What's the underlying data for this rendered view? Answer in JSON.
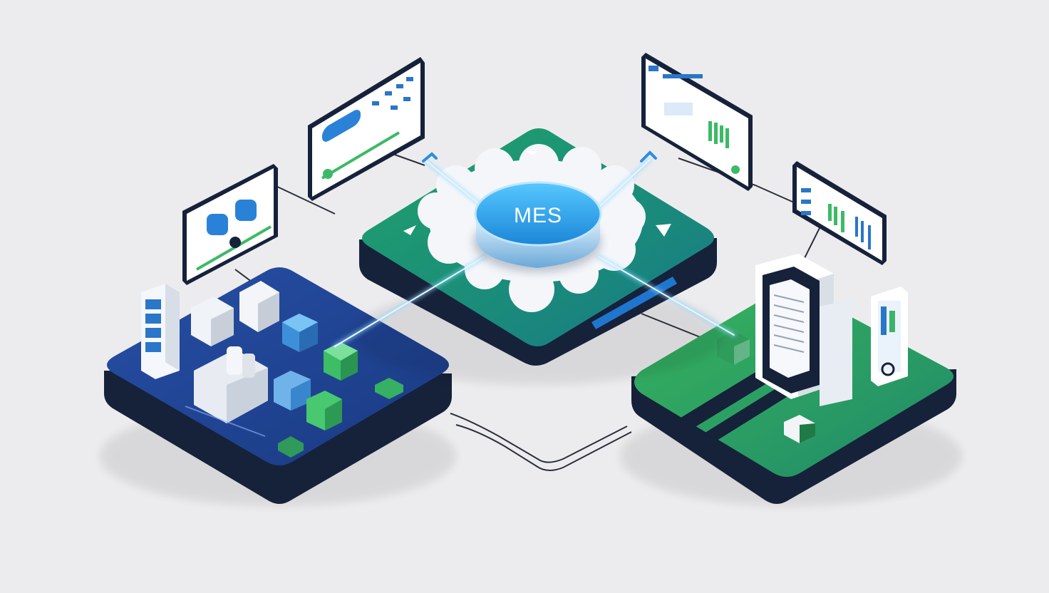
{
  "hub": {
    "label": "MES"
  },
  "colors": {
    "background": "#ececee",
    "navy": "#1f3f8c",
    "platform_dark": "#16213a",
    "green": "#1f9a5c",
    "green_light": "#3cba66",
    "teal": "#1b8a78",
    "hub_blue": "#2aa6e8",
    "connector": "#2b2f3a",
    "glow": "#8fd8ff"
  },
  "icons": {
    "hub": "mes-hub-icon",
    "gear": "gear-cloud-icon",
    "factory": "factory-machine-icon",
    "device": "tablet-device-icon",
    "dashboard": "dashboard-panel-icon",
    "server": "server-rack-icon"
  },
  "panels": [
    {
      "name": "dashboard-panel-top-left",
      "icon": "dashboard-panel-icon"
    },
    {
      "name": "dashboard-panel-left",
      "icon": "dashboard-panel-icon"
    },
    {
      "name": "dashboard-panel-top-right",
      "icon": "dashboard-panel-icon"
    },
    {
      "name": "dashboard-panel-right",
      "icon": "dashboard-panel-icon"
    }
  ]
}
